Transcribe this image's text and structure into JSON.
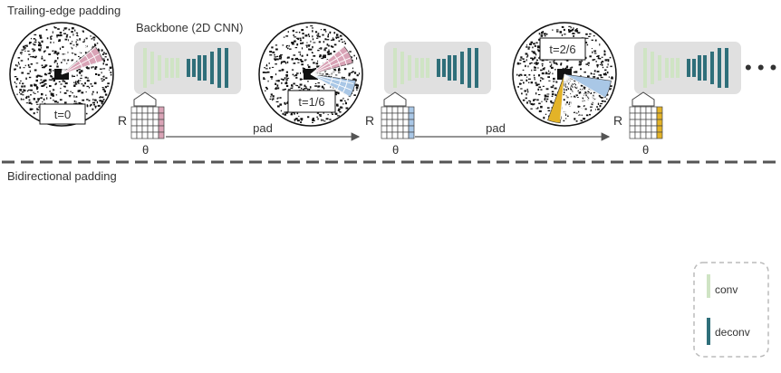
{
  "section_top_label": "Trailing-edge padding",
  "section_bottom_label": "Bidirectional padding",
  "backbone_label": "Backbone (2D CNN)",
  "steps": [
    {
      "time_label": "t=0"
    },
    {
      "time_label": "t=1/6"
    },
    {
      "time_label": "t=2/6"
    }
  ],
  "arrows": [
    {
      "label": "pad"
    },
    {
      "label": "pad"
    }
  ],
  "axis_r": "R",
  "axis_theta": "θ",
  "continuation": "• • •",
  "legend": [
    {
      "label": "conv",
      "color": "#cfe4c4"
    },
    {
      "label": "deconv",
      "color": "#2f6f7a"
    }
  ],
  "colors": {
    "sector_pink": "#d9a3b6",
    "sector_blue": "#a9c7e6",
    "sector_yellow": "#e3b328",
    "backbone_bg": "#e0e0e0",
    "grid_line": "#444444",
    "divider": "#555555"
  }
}
